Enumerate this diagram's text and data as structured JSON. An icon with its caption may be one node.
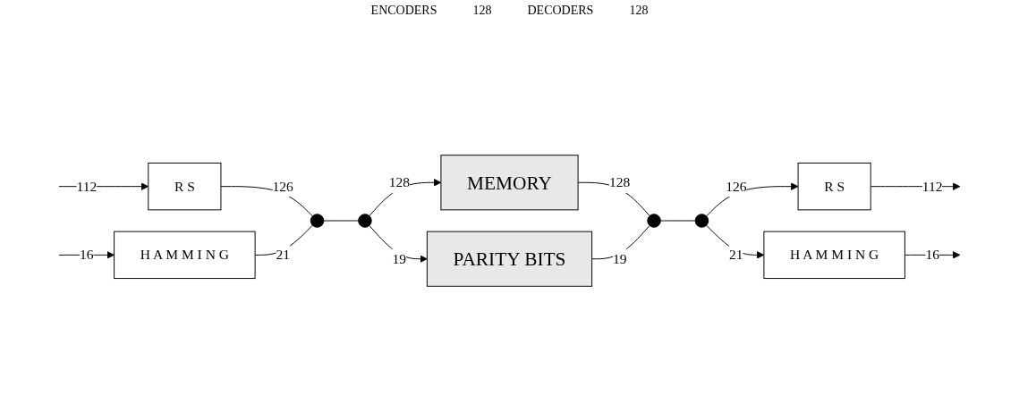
{
  "diagram": {
    "nodes": [
      {
        "text": [
          "R S"
        ]
      },
      {
        "text": [
          "H A M M I N G"
        ]
      },
      {
        "text": [],
        "shape": "circle"
      },
      {
        "text": [],
        "shape": "circle"
      },
      {
        "text": [
          "MEMORY"
        ]
      },
      {
        "text": [
          "PARITY BITS"
        ]
      },
      {
        "text": [],
        "shape": "circle"
      },
      {
        "text": [],
        "shape": "circle"
      },
      {
        "text": [
          "R S"
        ]
      },
      {
        "text": [
          "H A M M I N G"
        ]
      }
    ],
    "edges": [
      {
        "from": null,
        "to": 0,
        "arrow": "to",
        "label": "112"
      },
      {
        "from": null,
        "to": 1,
        "arrow": "to",
        "label": "16"
      },
      {
        "from": 0,
        "to": 2,
        "arrow": "none",
        "label": "126"
      },
      {
        "from": 1,
        "to": 2,
        "arrow": "none",
        "label": "21"
      },
      {
        "from": 2,
        "to": 3,
        "arrow": "none"
      },
      {
        "from": 3,
        "to": 4,
        "arrow": "to",
        "label": "128"
      },
      {
        "from": 3,
        "to": 5,
        "arrow": "to",
        "label": "19"
      },
      {
        "from": 4,
        "to": 6,
        "arrow": "none",
        "label": "128"
      },
      {
        "from": 5,
        "to": 6,
        "arrow": "none",
        "label": "19"
      },
      {
        "from": 6,
        "to": 7,
        "arrow": "none"
      },
      {
        "from": 7,
        "to": 8,
        "arrow": "to",
        "label": "126"
      },
      {
        "from": 7,
        "to": 9,
        "arrow": "to",
        "label": "21"
      },
      {
        "from": 8,
        "to": null,
        "arrow": "to",
        "label": "112"
      },
      {
        "from": 9,
        "to": null,
        "arrow": "to",
        "label": "16"
      }
    ],
    "labels": [
      "ENCODERS",
      "128",
      "DECODERS",
      "128"
    ]
  }
}
